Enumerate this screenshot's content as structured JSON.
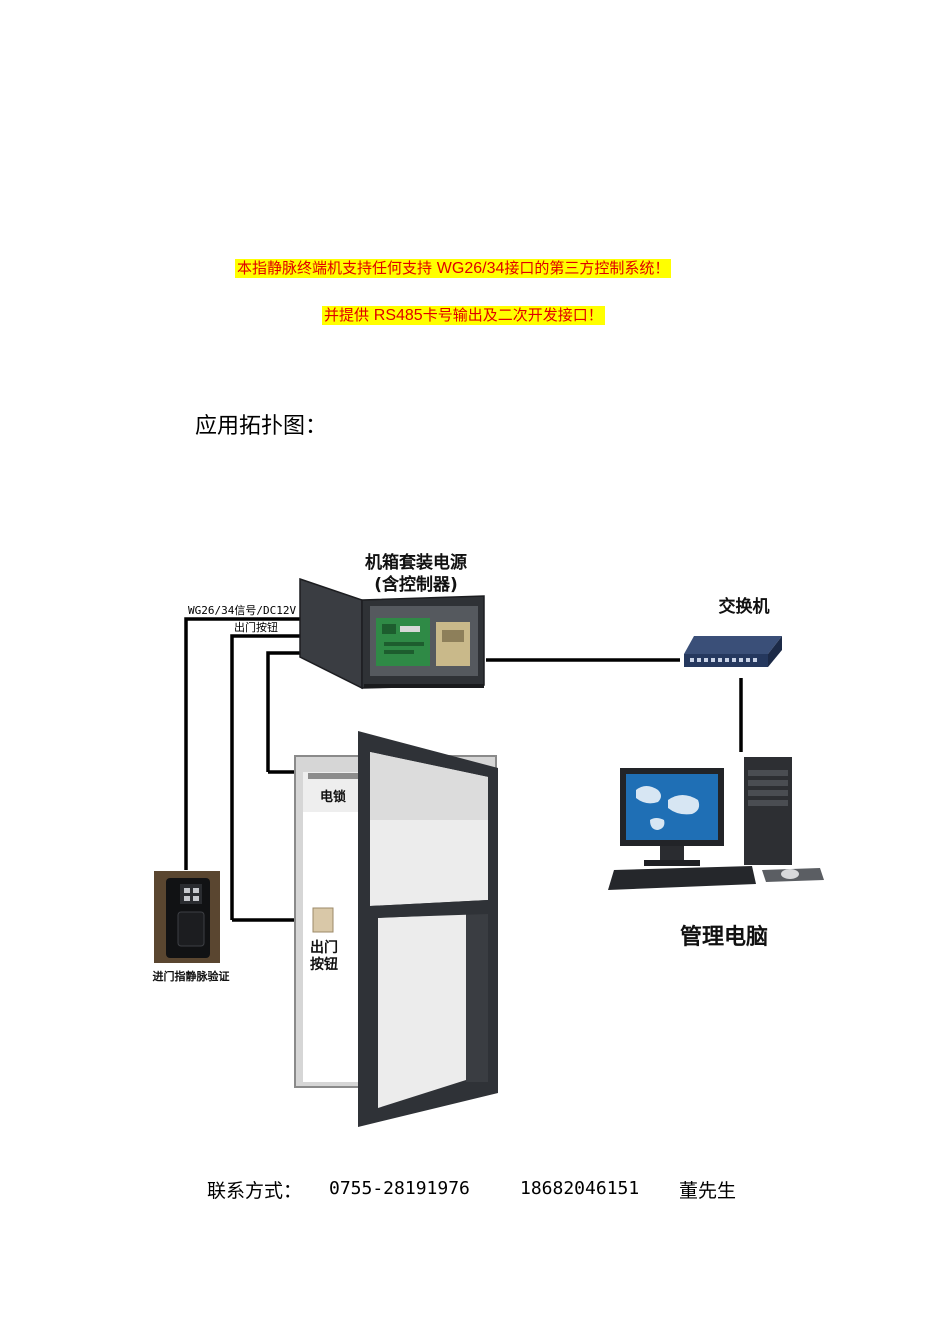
{
  "notice": {
    "line1_a": "本指静脉终端机支持任何支持 ",
    "line1_b": "WG26/34",
    "line1_c": "接口的第三方控制系统！",
    "line2_a": "并提供 ",
    "line2_b": "RS485",
    "line2_c": "卡号输出及二次开发接口！"
  },
  "section_title": "应用拓扑图：",
  "diagram": {
    "power_box_line1": "机箱套装电源",
    "power_box_line2": "(含控制器)",
    "switch_label": "交换机",
    "pc_label": "管理电脑",
    "signal_label": "WG26/34信号/DC12V",
    "exit_button_wire": "出门按钮",
    "lock_label": "电锁",
    "exit_button_line1": "出门",
    "exit_button_line2": "按钮",
    "reader_label": "进门指静脉验证"
  },
  "contact": {
    "label": "联系方式：",
    "telephone": "0755-28191976",
    "mobile": "18682046151",
    "name": "董先生"
  }
}
